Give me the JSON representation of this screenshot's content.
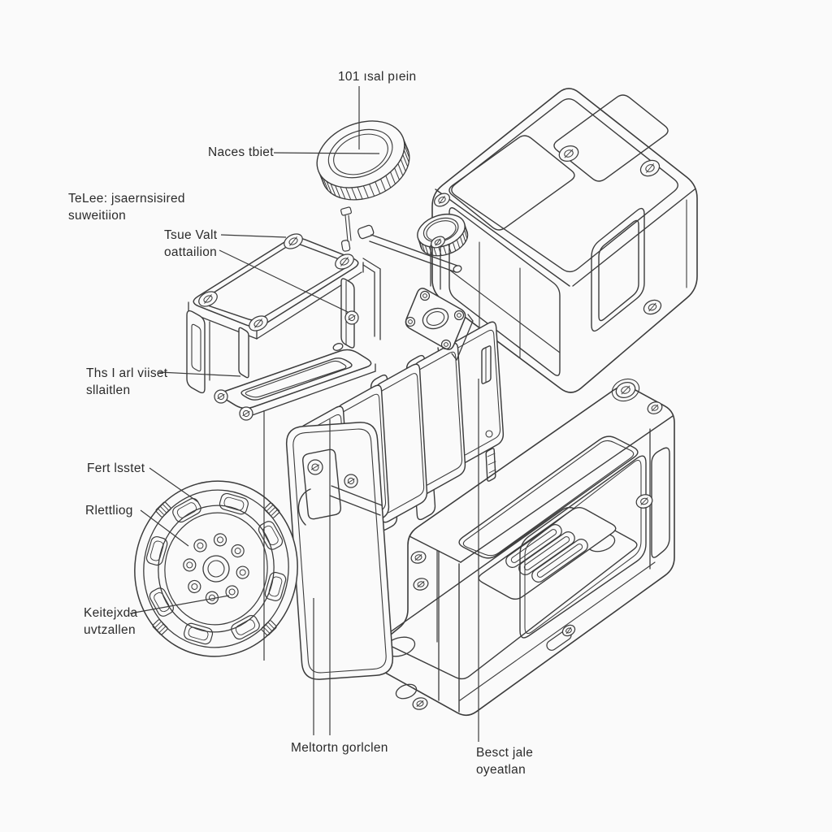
{
  "figure": {
    "kind": "exploded-technical-line-drawing",
    "colors": {
      "background": "#fafafa",
      "line": "#3c3c3c",
      "label_text": "#2b2b2b"
    }
  },
  "parts": {
    "top_ring": "knurled-oval-ring",
    "small_ring": "small-knurled-ring",
    "enclosure": "rounded-enclosure-box",
    "bracket": "mounting-bracket-table",
    "slotted_plate": "flat-slotted-plate",
    "fin_stack": "plate-fin-stack",
    "mounting_plate": "center-mounting-plate",
    "rotor": "segmented-rotor-dial",
    "chassis": "open-frame-chassis",
    "tall_plate": "side-cover-plate",
    "rod": "connecting-rod"
  },
  "labels": {
    "top_ring": "101 ısal pıein",
    "naces": "Naces tbiet",
    "telee_line1": "TeLee: jsaernsisired",
    "telee_line2": "suweitiion",
    "tsue_line1": "Tsue Valt",
    "tsue_line2": "oattailion",
    "ths_line1": "Ths I arl viiset",
    "ths_line2": "sllaitlen",
    "fert": "Fert lsstet",
    "rlett": "Rlettliog",
    "keit_line1": "Keitejxda",
    "keit_line2": "uvtzallen",
    "melt": "Meltortn gorlclen",
    "besct_line1": "Besct jale",
    "besct_line2": "oyeatlan"
  }
}
